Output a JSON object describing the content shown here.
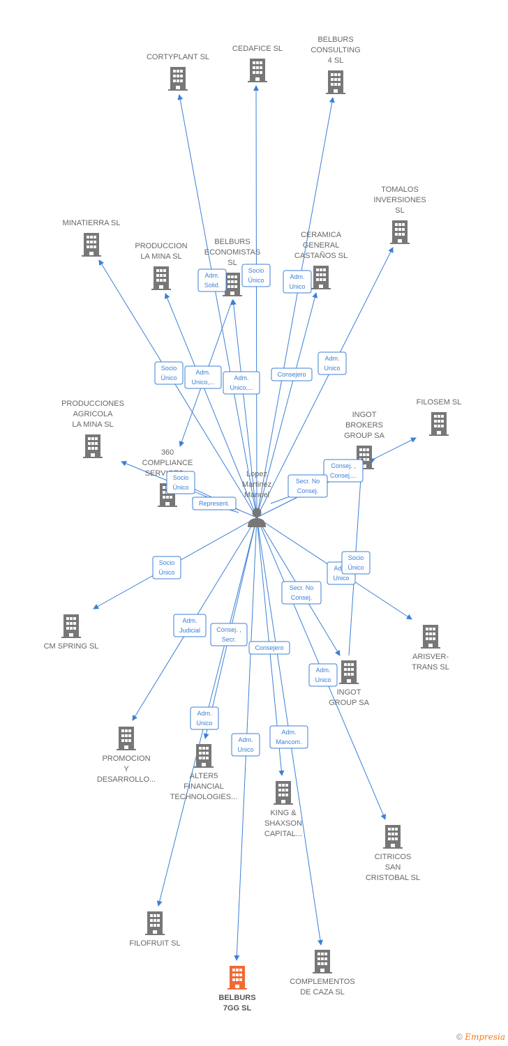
{
  "colors": {
    "edge": "#3b7fd6",
    "building": "#777777",
    "building_main": "#f06a35",
    "person": "#777777"
  },
  "person": {
    "name_lines": [
      "Lopez",
      "Martinez",
      "Manuel"
    ],
    "icon": "person-icon"
  },
  "companies": [
    {
      "id": "cortyplant",
      "lines": [
        "CORTYPLANT SL"
      ]
    },
    {
      "id": "cedafice",
      "lines": [
        "CEDAFICE  SL"
      ]
    },
    {
      "id": "belburs4",
      "lines": [
        "BELBURS",
        "CONSULTING",
        "4  SL"
      ]
    },
    {
      "id": "tomalos",
      "lines": [
        "TOMALOS",
        "INVERSIONES",
        "SL"
      ]
    },
    {
      "id": "minatierra",
      "lines": [
        "MINATIERRA  SL"
      ]
    },
    {
      "id": "produccion",
      "lines": [
        "PRODUCCION",
        "LA MINA  SL"
      ]
    },
    {
      "id": "belburs_eco",
      "lines": [
        "BELBURS",
        "ECONOMISTAS",
        "SL"
      ]
    },
    {
      "id": "ceramica",
      "lines": [
        "CERAMICA",
        "GENERAL",
        "CASTAÑOS SL"
      ]
    },
    {
      "id": "producciones",
      "lines": [
        "PRODUCCIONES",
        "AGRICOLA",
        "LA MINA  SL"
      ]
    },
    {
      "id": "compliance",
      "lines": [
        "360",
        "COMPLIANCE",
        "SERVICES..."
      ]
    },
    {
      "id": "filosem",
      "lines": [
        "FILOSEM  SL"
      ]
    },
    {
      "id": "ingot_brokers",
      "lines": [
        "INGOT",
        "BROKERS",
        "GROUP SA"
      ]
    },
    {
      "id": "cmspring",
      "lines": [
        "CM SPRING  SL"
      ]
    },
    {
      "id": "arisver",
      "lines": [
        "ARISVER-",
        "TRANS SL"
      ]
    },
    {
      "id": "ingot_group",
      "lines": [
        "INGOT",
        "GROUP SA"
      ]
    },
    {
      "id": "promocion",
      "lines": [
        "PROMOCION",
        "Y",
        "DESARROLLO..."
      ]
    },
    {
      "id": "alter5",
      "lines": [
        "ALTER5",
        "FINANCIAL",
        "TECHNOLOGIES..."
      ]
    },
    {
      "id": "king",
      "lines": [
        "KING &",
        "SHAXSON",
        "CAPITAL..."
      ]
    },
    {
      "id": "citricos",
      "lines": [
        "CITRICOS",
        "SAN",
        "CRISTOBAL  SL"
      ]
    },
    {
      "id": "filofruit",
      "lines": [
        "FILOFRUIT  SL"
      ]
    },
    {
      "id": "complementos",
      "lines": [
        "COMPLEMENTOS",
        "DE CAZA SL"
      ]
    },
    {
      "id": "belburs7gg",
      "lines": [
        "BELBURS",
        "7GG  SL"
      ],
      "main": true
    }
  ],
  "roles": [
    {
      "id": "r1",
      "lines": [
        "Adm.",
        "Solid."
      ]
    },
    {
      "id": "r2",
      "lines": [
        "Socio",
        "Único"
      ]
    },
    {
      "id": "r3",
      "lines": [
        "Adm.",
        "Unico"
      ]
    },
    {
      "id": "r4",
      "lines": [
        "Socio",
        "Único"
      ]
    },
    {
      "id": "r5",
      "lines": [
        "Adm.",
        "Unico,..."
      ]
    },
    {
      "id": "r6",
      "lines": [
        "Adm.",
        "Unico,..."
      ]
    },
    {
      "id": "r7",
      "lines": [
        "Consejero"
      ]
    },
    {
      "id": "r8",
      "lines": [
        "Adm.",
        "Unico"
      ]
    },
    {
      "id": "r9",
      "lines": [
        "Consej. ,",
        "Consej...."
      ]
    },
    {
      "id": "r10",
      "lines": [
        "Secr.  No",
        "Consej."
      ]
    },
    {
      "id": "r11",
      "lines": [
        "Socio",
        "Único"
      ]
    },
    {
      "id": "r12",
      "lines": [
        "Represent."
      ]
    },
    {
      "id": "r13",
      "lines": [
        "Socio",
        "Único"
      ]
    },
    {
      "id": "r14",
      "lines": [
        "Adm.",
        "Unico"
      ]
    },
    {
      "id": "r15",
      "lines": [
        "Socio",
        "Único"
      ]
    },
    {
      "id": "r16",
      "lines": [
        "Secr.  No",
        "Consej."
      ]
    },
    {
      "id": "r17",
      "lines": [
        "Adm.",
        "Judicial"
      ]
    },
    {
      "id": "r18",
      "lines": [
        "Consej. ,",
        "Secr."
      ]
    },
    {
      "id": "r19",
      "lines": [
        "Consejero"
      ]
    },
    {
      "id": "r20",
      "lines": [
        "Adm.",
        "Unico"
      ]
    },
    {
      "id": "r21",
      "lines": [
        "Adm.",
        "Unico"
      ]
    },
    {
      "id": "r22",
      "lines": [
        "Adm.",
        "Unico"
      ]
    },
    {
      "id": "r23",
      "lines": [
        "Adm.",
        "Mancom."
      ]
    }
  ],
  "copyright": {
    "symbol": "©",
    "brand": "Empresia"
  }
}
